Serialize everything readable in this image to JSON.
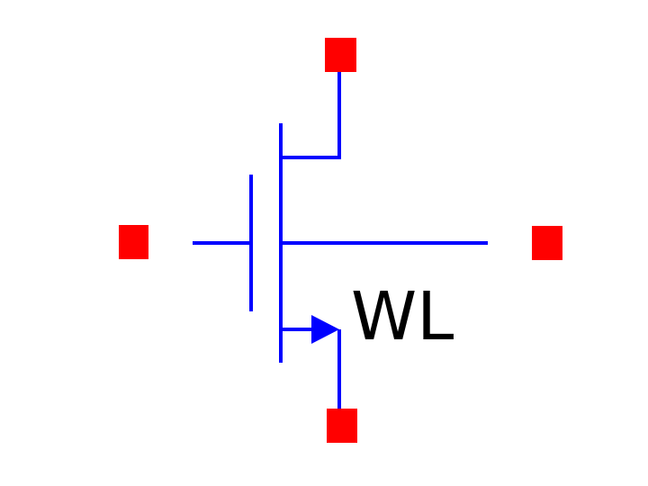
{
  "diagram": {
    "type": "nmos-transistor-symbol",
    "label": "WL",
    "colors": {
      "wire": "#0000ff",
      "pin": "#ff0000",
      "text": "#000000",
      "background": "#ffffff"
    },
    "pins": [
      "gate",
      "drain",
      "source",
      "body"
    ]
  }
}
